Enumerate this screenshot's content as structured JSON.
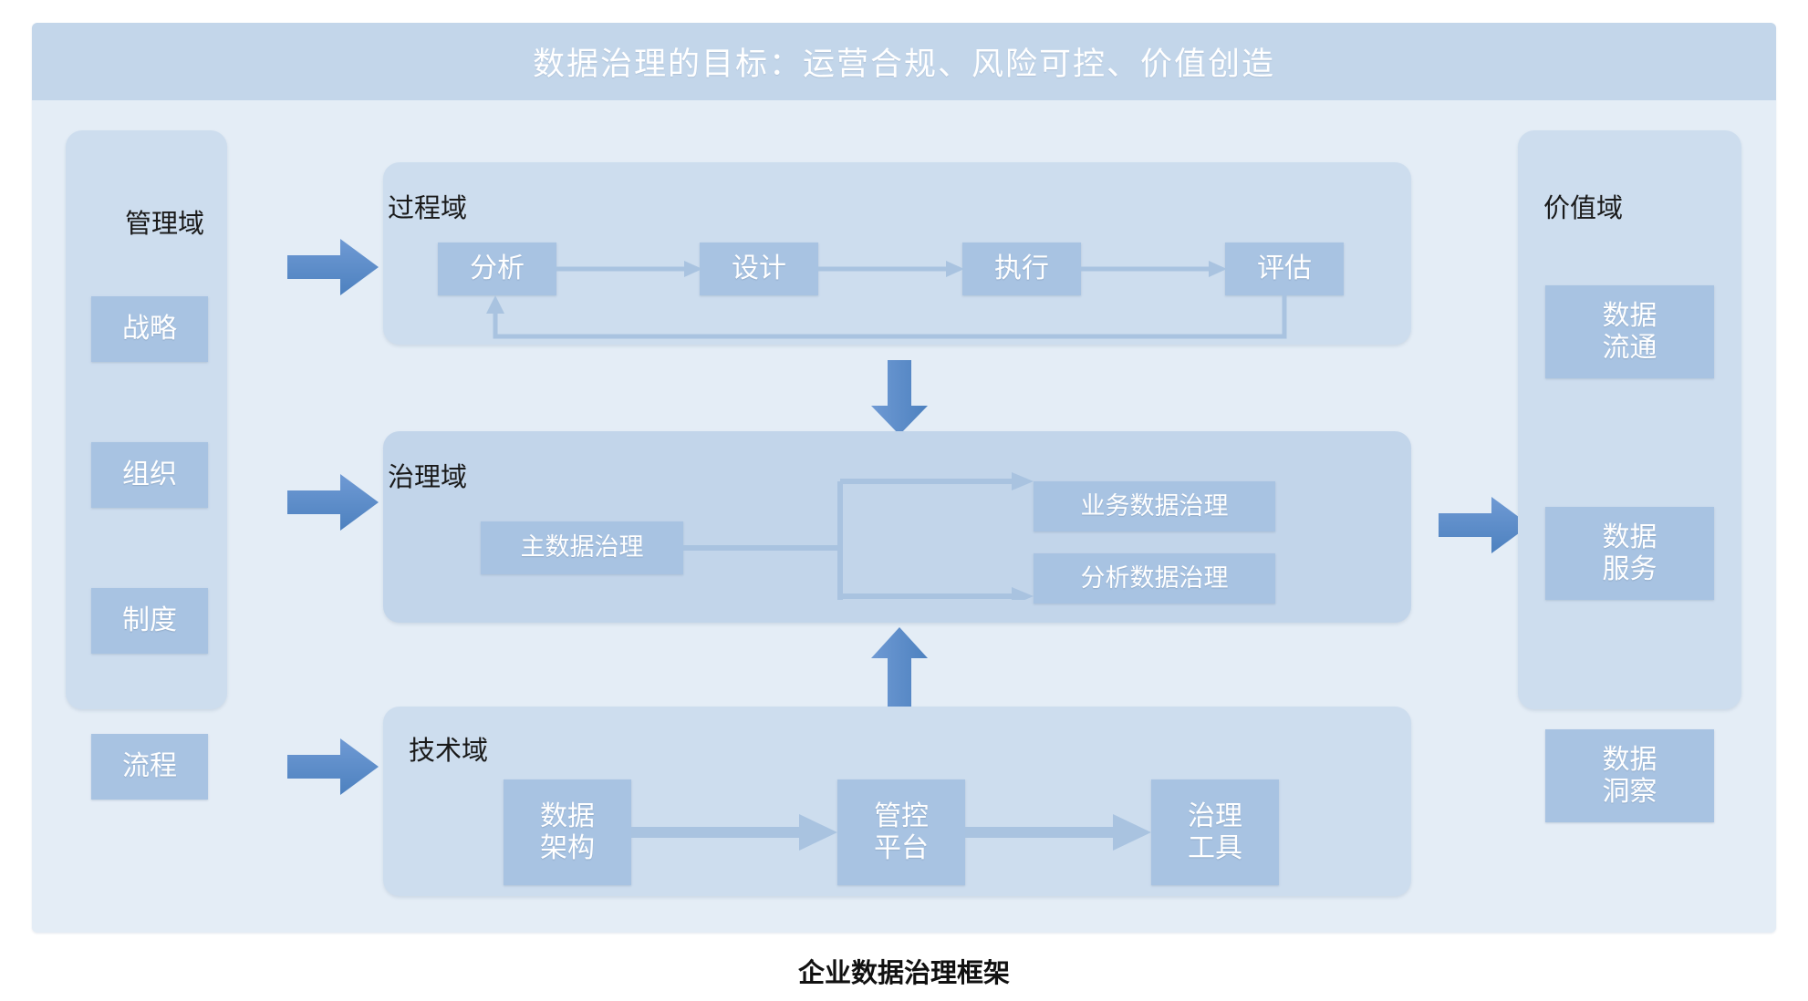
{
  "banner": {
    "title": "数据治理的目标：运营合规、风险可控、价值创造"
  },
  "caption": "企业数据治理框架",
  "colors": {
    "page_background": "#ffffff",
    "frame_background": "#e4edf6",
    "banner_background": "#c3d6ea",
    "panel_light": "#cdddee",
    "panel_mid": "#c2d5ea",
    "chip_fill": "#a8c3e2",
    "chip_text": "#ffffff",
    "arrow_blue": "#5b8ecb",
    "connector_blue": "#a9c3e0",
    "title_text": "#1a1a1a"
  },
  "management_domain": {
    "title": "管理域",
    "items": [
      {
        "label": "战略"
      },
      {
        "label": "组织"
      },
      {
        "label": "制度"
      },
      {
        "label": "流程"
      }
    ]
  },
  "process_domain": {
    "title": "过程域",
    "steps": [
      {
        "label": "分析"
      },
      {
        "label": "设计"
      },
      {
        "label": "执行"
      },
      {
        "label": "评估"
      }
    ],
    "feedback_loop": "评估 → 分析"
  },
  "governance_domain": {
    "title": "治理域",
    "source": {
      "label": "主数据治理"
    },
    "targets": [
      {
        "label": "业务数据治理"
      },
      {
        "label": "分析数据治理"
      }
    ]
  },
  "technology_domain": {
    "title": "技术域",
    "steps": [
      {
        "line1": "数据",
        "line2": "架构"
      },
      {
        "line1": "管控",
        "line2": "平台"
      },
      {
        "line1": "治理",
        "line2": "工具"
      }
    ]
  },
  "value_domain": {
    "title": "价值域",
    "items": [
      {
        "line1": "数据",
        "line2": "流通"
      },
      {
        "line1": "数据",
        "line2": "服务"
      },
      {
        "line1": "数据",
        "line2": "洞察"
      }
    ]
  },
  "flow_arrows": {
    "management_to_process": "→",
    "management_to_governance": "→",
    "management_to_technology": "→",
    "process_to_governance": "↓",
    "technology_to_governance": "↑",
    "governance_to_value": "→"
  }
}
